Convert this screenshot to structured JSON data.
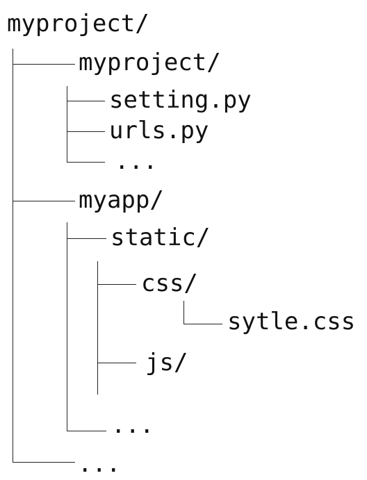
{
  "tree": {
    "root": "myproject/",
    "project_dir": "myproject/",
    "setting_file": "setting.py",
    "urls_file": "urls.py",
    "project_more": "...",
    "app_dir": "myapp/",
    "static_dir": "static/",
    "css_dir": "css/",
    "style_file": "sytle.css",
    "js_dir": "js/",
    "app_more": "...",
    "root_more": "..."
  }
}
